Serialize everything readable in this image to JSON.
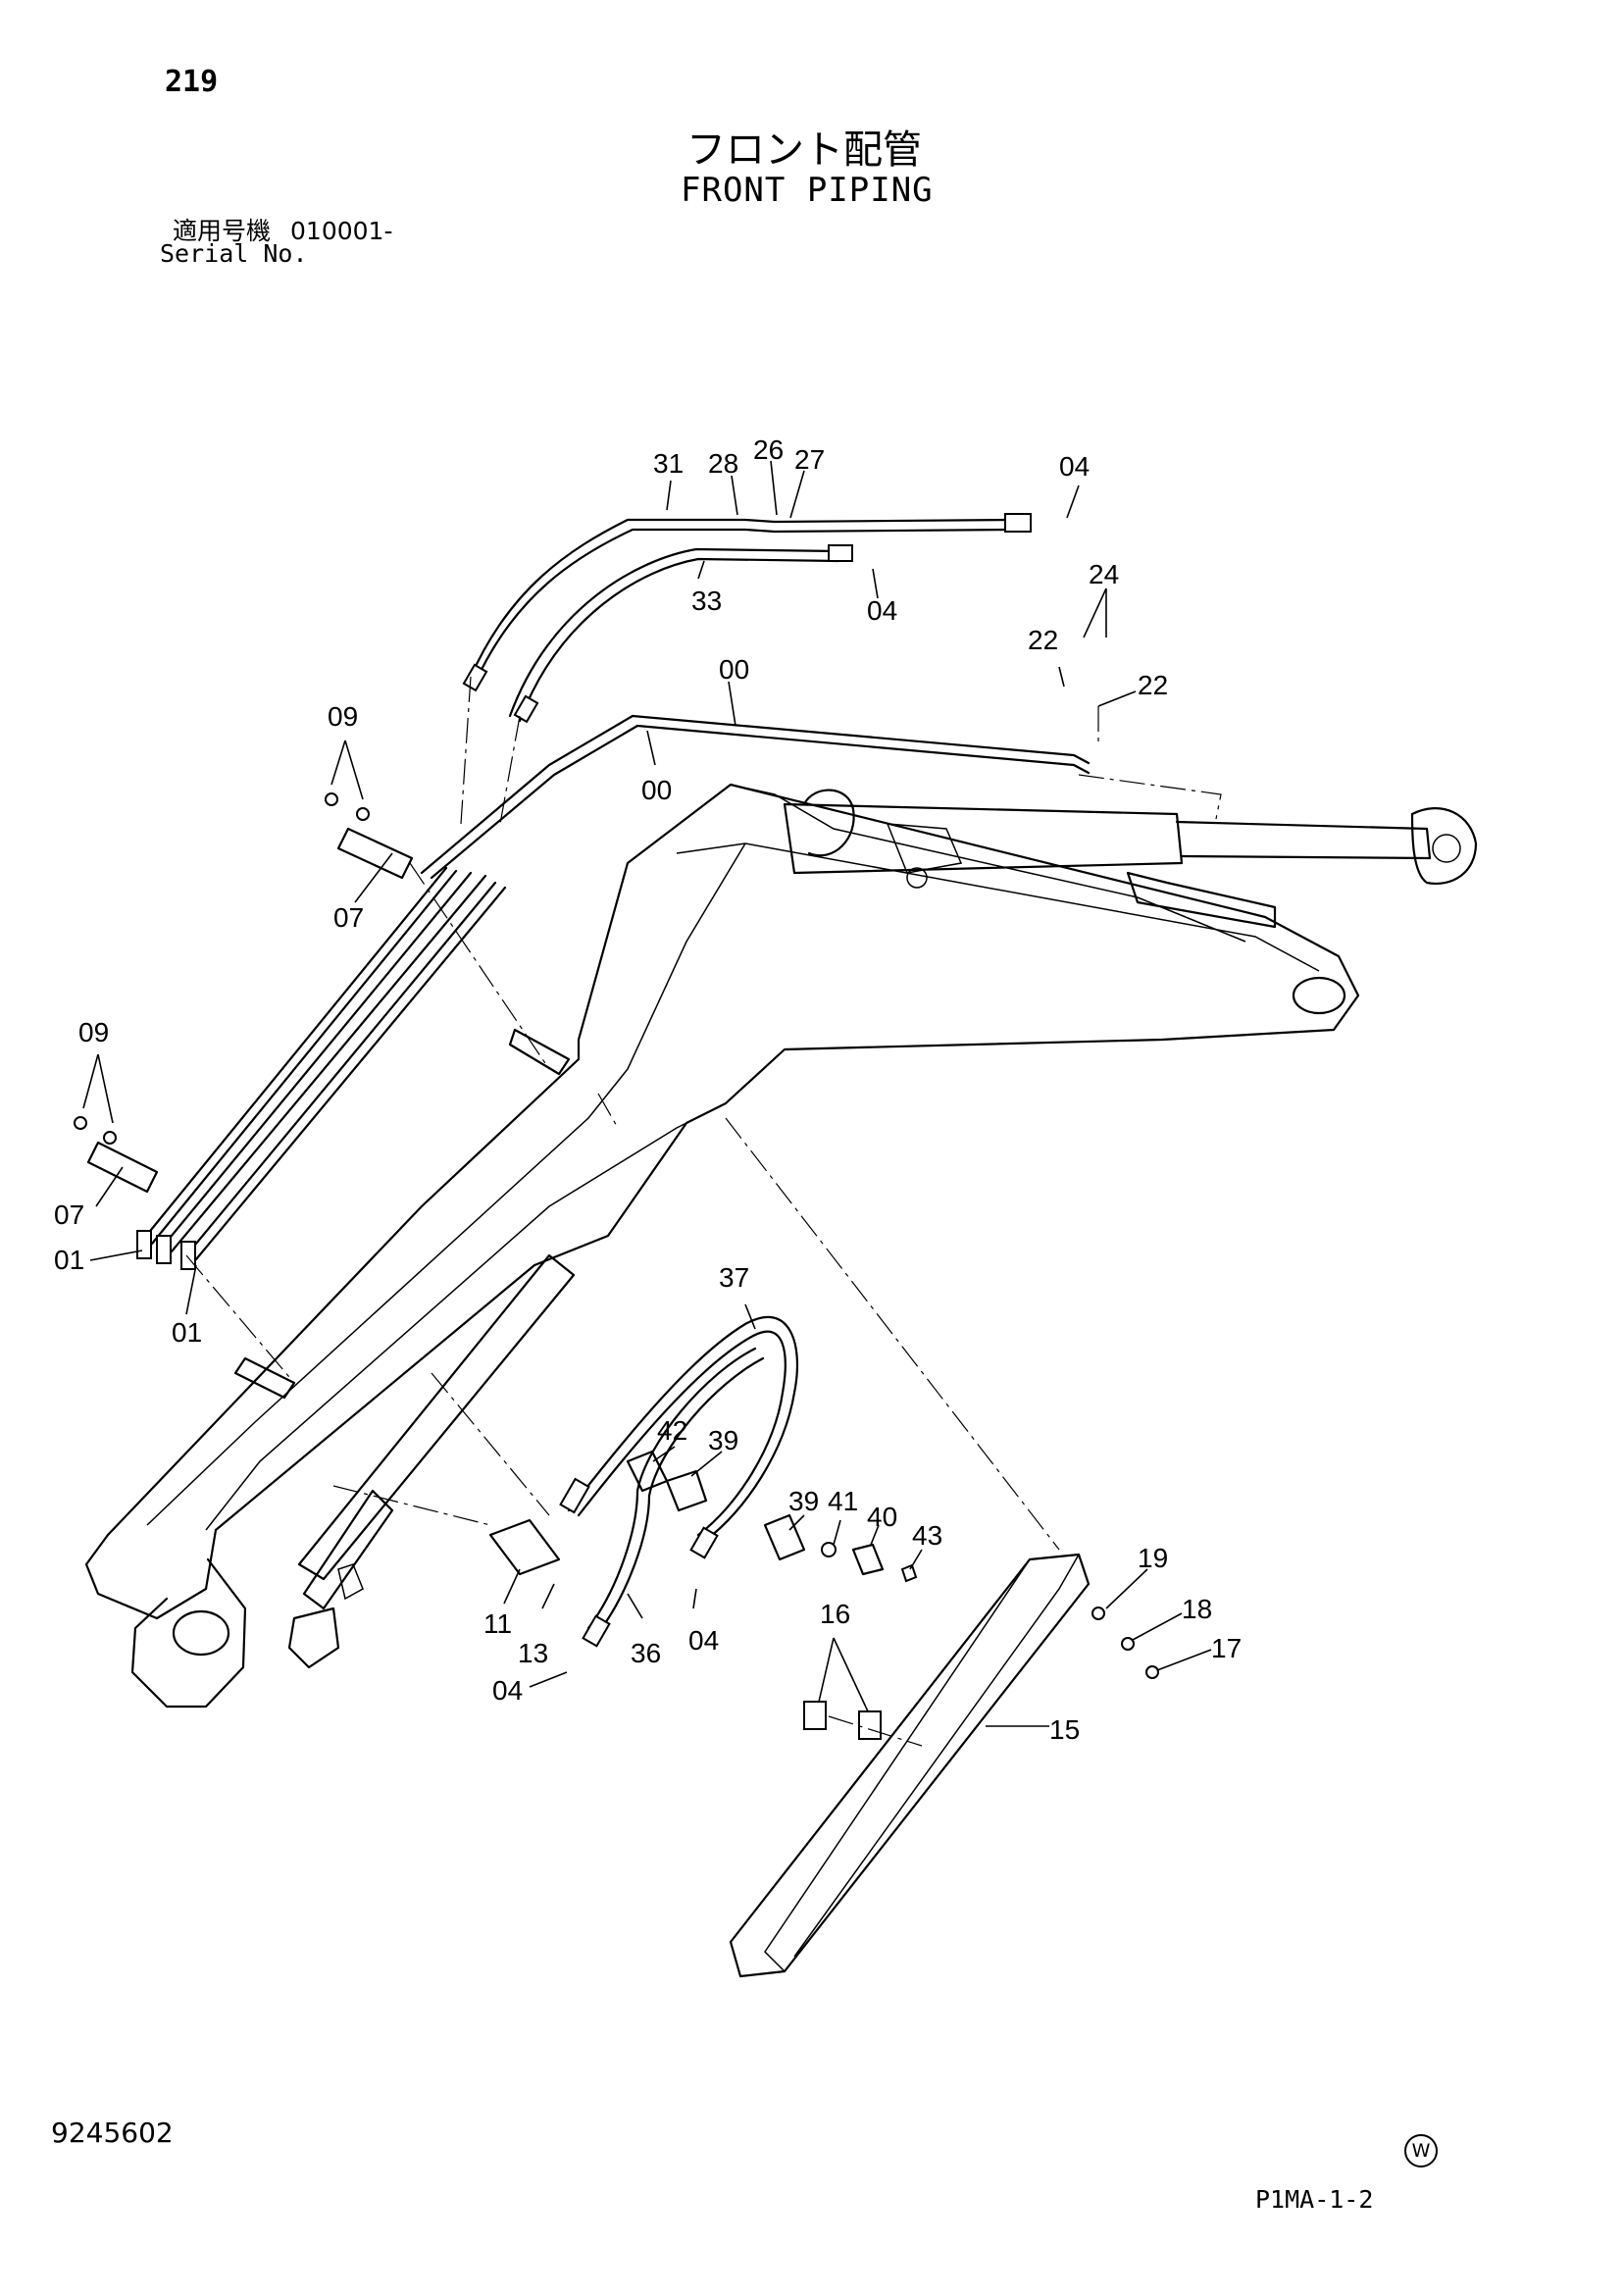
{
  "header": {
    "page_number": "219",
    "title_jp": "フロント配管",
    "title_en": "FRONT PIPING",
    "serial_label_jp": "適用号機",
    "serial_value": "010001-",
    "serial_label_en": "Serial No."
  },
  "part_labels": [
    "31",
    "28",
    "26",
    "27",
    "04",
    "33",
    "04",
    "24",
    "22",
    "22",
    "00",
    "00",
    "09",
    "07",
    "09",
    "07",
    "01",
    "01",
    "37",
    "42",
    "39",
    "39",
    "41",
    "40",
    "43",
    "19",
    "18",
    "17",
    "11",
    "13",
    "36",
    "04",
    "04",
    "16",
    "15"
  ],
  "footer": {
    "doc_number": "9245602",
    "mark": "W",
    "page_code": "P1MA-1-2"
  }
}
